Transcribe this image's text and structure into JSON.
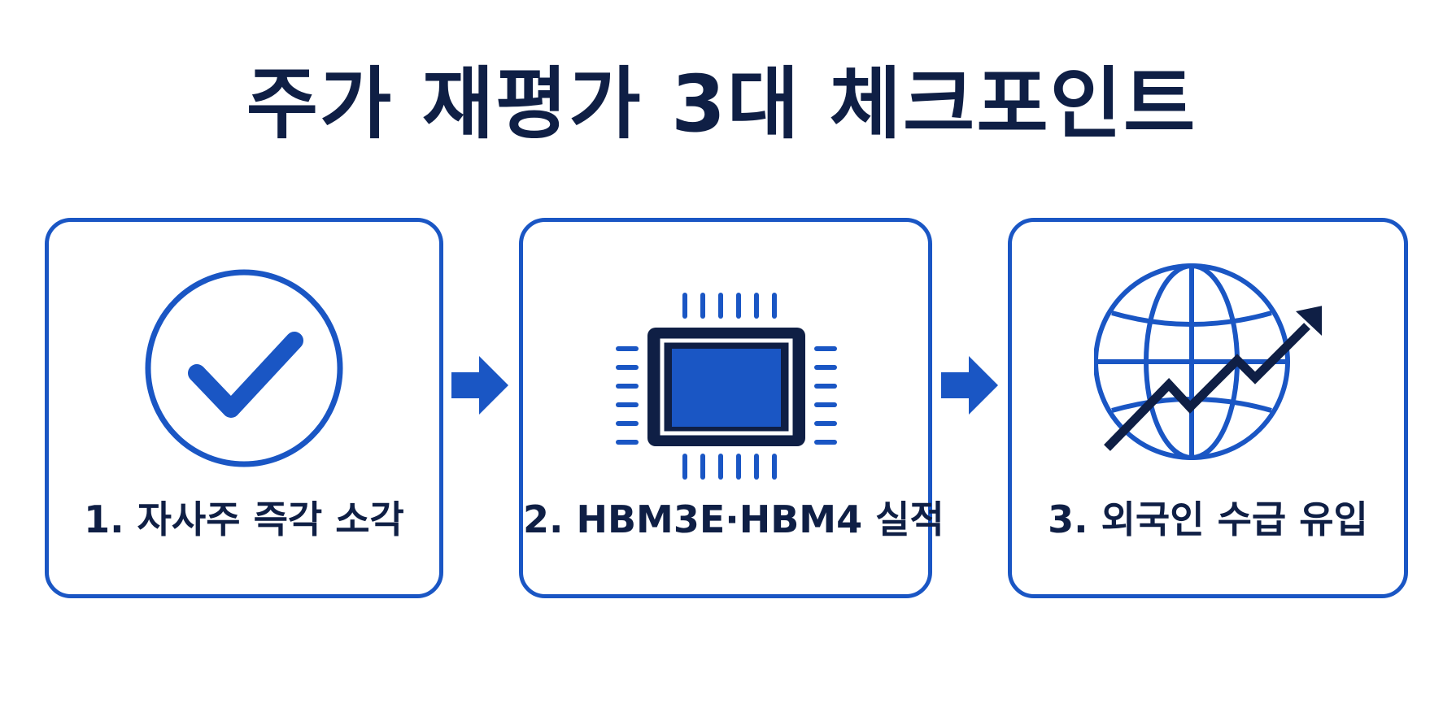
{
  "title": "주가 재평가 3대 체크포인트",
  "colors": {
    "accent_blue": "#1a56c4",
    "navy": "#0f1f45",
    "background": "#ffffff"
  },
  "cards": [
    {
      "label": "1. 자사주 즉각 소각",
      "icon": "check-circle-icon"
    },
    {
      "label": "2. HBM3E·HBM4 실적",
      "icon": "chip-icon"
    },
    {
      "label": "3. 외국인 수급 유입",
      "icon": "globe-trend-icon"
    }
  ],
  "connector_icon": "arrow-right-icon"
}
